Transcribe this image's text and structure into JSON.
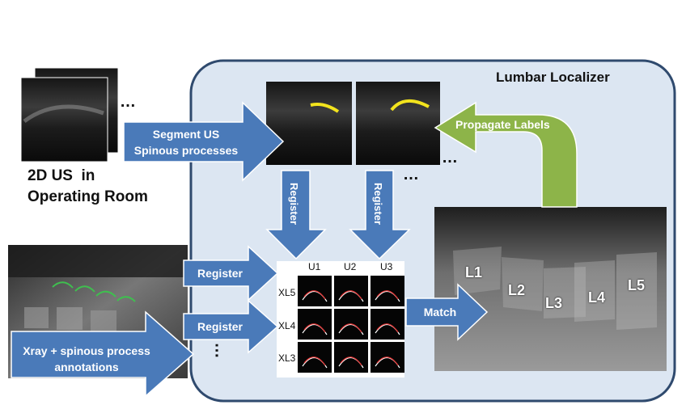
{
  "panel_title": "Lumbar Localizer",
  "us_caption_line1": "2D US  in",
  "us_caption_line2": "Operating Room",
  "arrows": {
    "segment": "Segment US Spinous processes",
    "register_v1": "Register",
    "register_v2": "Register",
    "register_h1": "Register",
    "register_h2": "Register",
    "match": "Match",
    "propagate": "Propagate Labels",
    "xray_input": "Xray + spinous process annotations"
  },
  "ellipsis": "…",
  "matrix": {
    "columns": [
      "U1",
      "U2",
      "U3"
    ],
    "rows": [
      "XL5",
      "XL4",
      "XL3"
    ]
  },
  "vertebrae": [
    "L1",
    "L2",
    "L3",
    "L4",
    "L5"
  ],
  "colors": {
    "panel_fill": "#dce6f2",
    "panel_stroke": "#2f4a6e",
    "arrow_blue": "#4a7ab9",
    "arrow_green": "#8db449",
    "annotation_yellow": "#f2e31d",
    "annotation_green": "#3fbf4f"
  }
}
